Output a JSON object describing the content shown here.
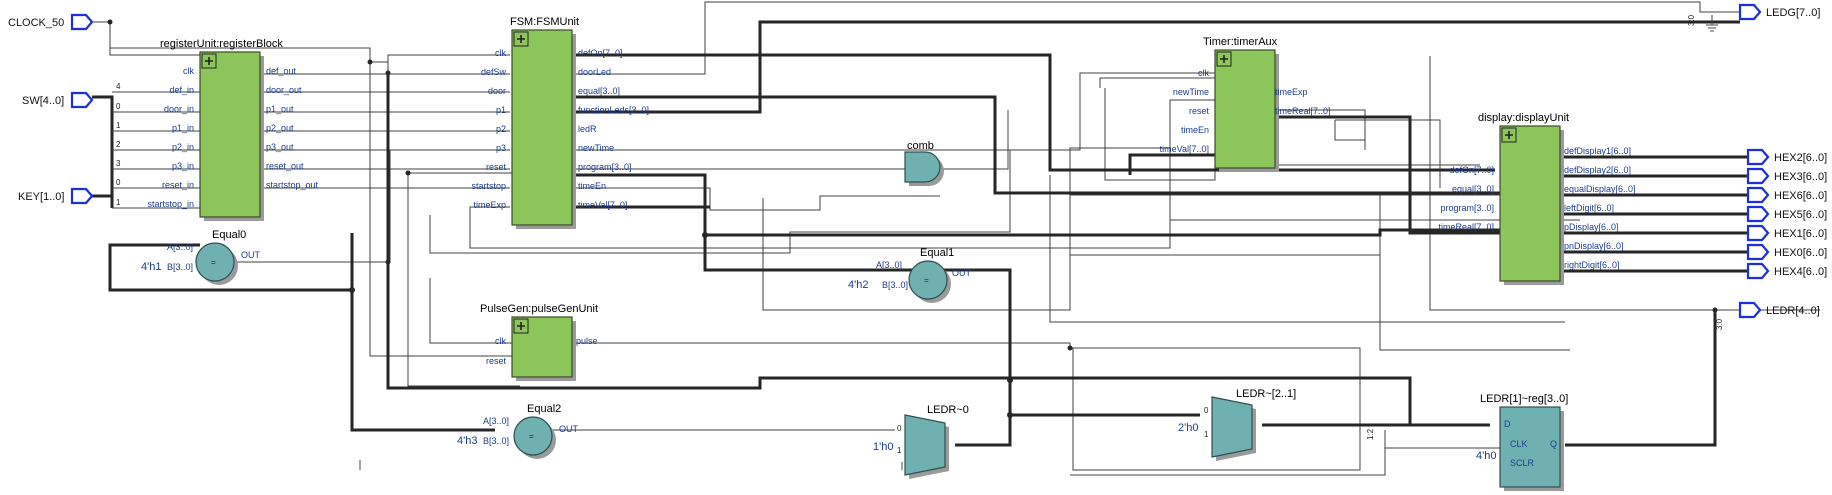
{
  "inputs": [
    {
      "label": "CLOCK_50"
    },
    {
      "label": "SW[4..0]"
    },
    {
      "label": "KEY[1..0]"
    }
  ],
  "outputs": [
    {
      "label": "LEDG[7..0]"
    },
    {
      "label": "HEX2[6..0]"
    },
    {
      "label": "HEX3[6..0]"
    },
    {
      "label": "HEX6[6..0]"
    },
    {
      "label": "HEX5[6..0]"
    },
    {
      "label": "HEX1[6..0]"
    },
    {
      "label": "HEX0[6..0]"
    },
    {
      "label": "HEX4[6..0]"
    },
    {
      "label": "LEDR[4..0]"
    }
  ],
  "blocks": {
    "register": {
      "title": "registerUnit:registerBlock",
      "left_ports": [
        "clk",
        "def_in",
        "door_in",
        "p1_in",
        "p2_in",
        "p3_in",
        "reset_in",
        "startstop_in"
      ],
      "right_ports": [
        "def_out",
        "door_out",
        "p1_out",
        "p2_out",
        "p3_out",
        "reset_out",
        "startstop_out"
      ]
    },
    "fsm": {
      "title": "FSM:FSMUnit",
      "left_ports": [
        "clk",
        "defSw",
        "door",
        "p1",
        "p2",
        "p3",
        "reset",
        "startstop",
        "timeExp"
      ],
      "right_ports": [
        "defOn[7..0]",
        "doorLed",
        "equal[3..0]",
        "functionLeds[3..0]",
        "ledR",
        "newTime",
        "program[3..0]",
        "timeEn",
        "timeVal[7..0]"
      ]
    },
    "timer": {
      "title": "Timer:timerAux",
      "left_ports": [
        "clk",
        "newTime",
        "reset",
        "timeEn",
        "timeVal[7..0]"
      ],
      "right_ports": [
        "timeExp",
        "timeReal[7..0]"
      ]
    },
    "display": {
      "title": "display:displayUnit",
      "left_ports": [
        "defOn[7..0]",
        "equal[3..0]",
        "program[3..0]",
        "timeReal[7..0]"
      ],
      "right_ports": [
        "defDisplay1[6..0]",
        "defDisplay2[6..0]",
        "equalDisplay[6..0]",
        "leftDigit[6..0]",
        "pDisplay[6..0]",
        "pnDisplay[6..0]",
        "rightDigit[6..0]"
      ]
    },
    "pulse": {
      "title": "PulseGen:pulseGenUnit",
      "left_ports": [
        "clk",
        "reset"
      ],
      "right_ports": [
        "pulse"
      ]
    }
  },
  "bit_labels": {
    "sw": [
      "4",
      "0",
      "1",
      "2",
      "3"
    ],
    "key": [
      "0",
      "1"
    ]
  },
  "comparators": {
    "equal0": {
      "title": "Equal0",
      "a": "A[3..0]",
      "b": "B[3..0]",
      "out": "OUT",
      "const": "4'h1",
      "symbol": "="
    },
    "equal1": {
      "title": "Equal1",
      "a": "A[3..0]",
      "b": "B[3..0]",
      "out": "OUT",
      "const": "4'h2",
      "symbol": "="
    },
    "equal2": {
      "title": "Equal2",
      "a": "A[3..0]",
      "b": "B[3..0]",
      "out": "OUT",
      "const": "4'h3",
      "symbol": "="
    }
  },
  "comb": {
    "title": "comb"
  },
  "muxes": {
    "ledr0": {
      "title": "LEDR~0",
      "in0": "0",
      "in1": "1",
      "const": "1'h0"
    },
    "ledr21": {
      "title": "LEDR~[2..1]",
      "in0": "0",
      "in1": "1",
      "const": "2'h0"
    }
  },
  "register_ff": {
    "title": "LEDR[1]~reg[3..0]",
    "ports": [
      "D",
      "CLK",
      "SCLR",
      "Q"
    ],
    "const": "4'h0"
  },
  "bus_slices": {
    "ledg": "3:0",
    "ledr": "3:0",
    "reg_in": "1:2"
  },
  "colors": {
    "block_fill": "#8cc65a",
    "operator_fill": "#6fb1b1",
    "io_pin_stroke": "#1a2fe0",
    "port_text": "#1b3c8c"
  }
}
